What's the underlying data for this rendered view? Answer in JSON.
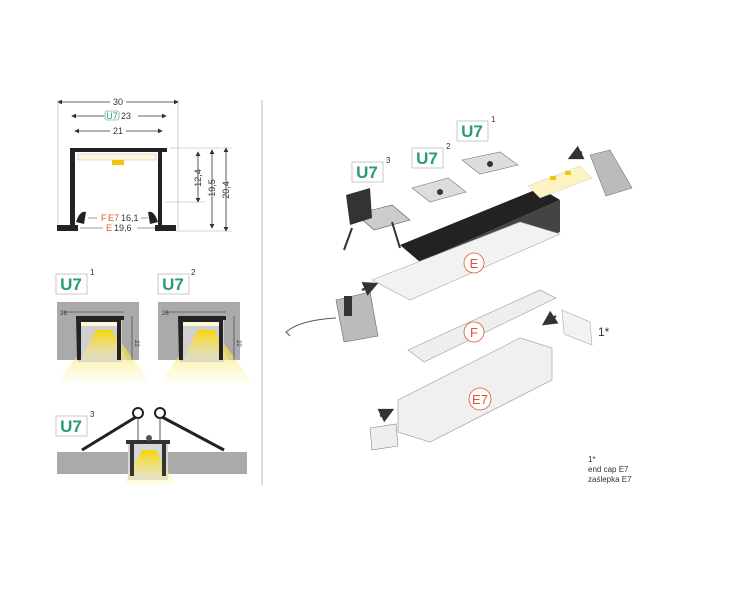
{
  "cross_section": {
    "width_total": "30",
    "width_u7_prefix": "U7",
    "width_u7": "23",
    "width_inner": "21",
    "height_1": "12,4",
    "height_2": "19,5",
    "height_3": "20,4",
    "bottom_f": "F",
    "bottom_e7": "E7",
    "bottom_fe7_value": "16,1",
    "bottom_e": "E",
    "bottom_e_value": "19,6"
  },
  "mounting_variants": [
    {
      "label": "U7",
      "sup": "1",
      "width": "26",
      "height": "22"
    },
    {
      "label": "U7",
      "sup": "2",
      "width": "26",
      "height": "22"
    },
    {
      "label": "U7",
      "sup": "3"
    }
  ],
  "exploded_view": {
    "parts": [
      {
        "label": "U7",
        "sup": "1"
      },
      {
        "label": "U7",
        "sup": "2"
      },
      {
        "label": "U7",
        "sup": "3"
      }
    ],
    "cover_labels": [
      "E",
      "F",
      "E7"
    ],
    "endcap_ref": "1*",
    "note_ref": "1*",
    "note_line1": "end cap E7",
    "note_line2": "zaślepka E7"
  },
  "colors": {
    "u7": "#2a9a78",
    "cover_label": "#e2552d",
    "led": "#f7d21a"
  }
}
